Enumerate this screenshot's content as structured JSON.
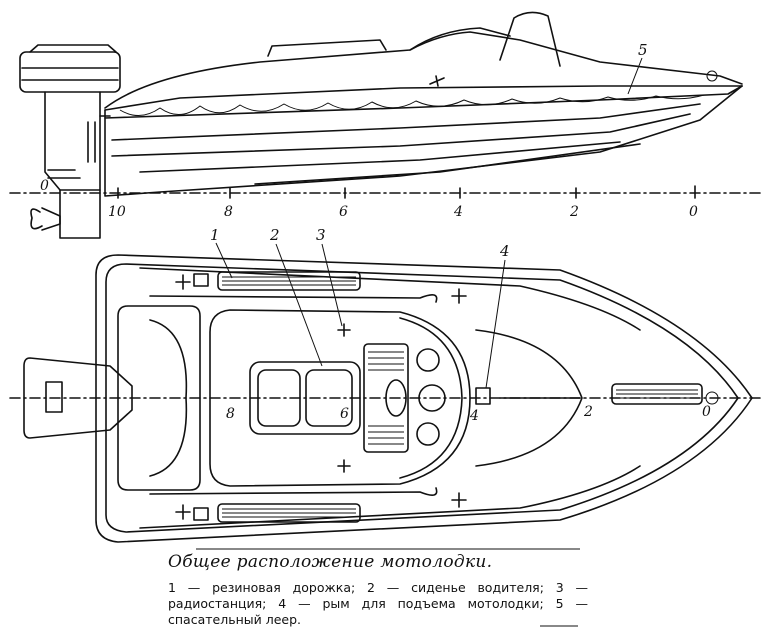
{
  "side_view": {
    "scale_labels": [
      "10",
      "8",
      "6",
      "4",
      "2",
      "0"
    ],
    "callout": "5",
    "stern_mark": "0"
  },
  "plan_view": {
    "scale_labels": [
      "8",
      "6",
      "4",
      "2",
      "0"
    ],
    "callouts": [
      "1",
      "2",
      "3",
      "4"
    ]
  },
  "caption": {
    "title": "Общее расположение мотолодки.",
    "legend": "1 — резиновая дорожка; 2 — сиденье водителя; 3 — радиостанция; 4 — рым для подъема мотолодки; 5 — спасательный леер."
  }
}
